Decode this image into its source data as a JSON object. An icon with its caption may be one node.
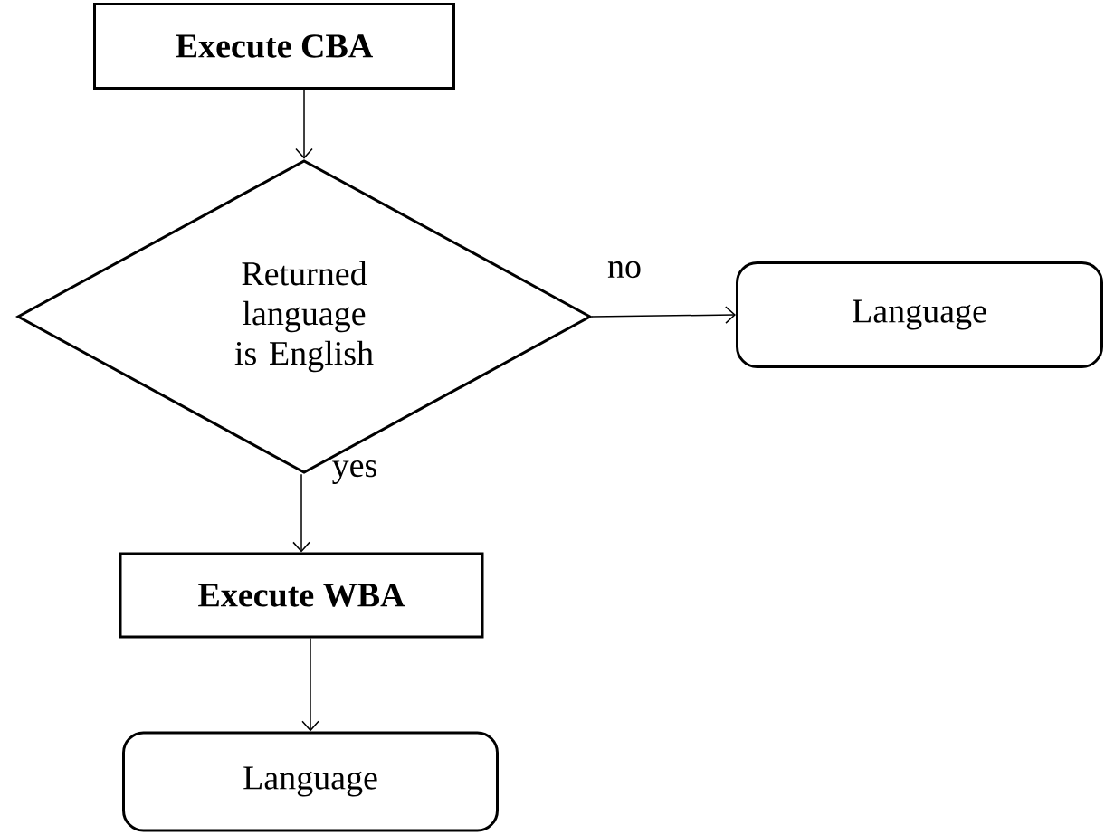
{
  "diagram": {
    "nodes": [
      {
        "text": [
          "Execute CBA"
        ]
      },
      {
        "text": [
          "Returned language is English"
        ]
      },
      {
        "text": [
          "Language"
        ]
      },
      {
        "text": [
          "Execute WBA"
        ]
      },
      {
        "text": [
          "Language"
        ]
      }
    ],
    "edges": [
      {
        "from": 0,
        "to": 1,
        "arrow": "to"
      },
      {
        "from": 1,
        "to": 2,
        "arrow": "to",
        "label": "no"
      },
      {
        "from": 1,
        "to": 3,
        "arrow": "to",
        "label": "yes"
      },
      {
        "from": 3,
        "to": 4,
        "arrow": "to"
      }
    ]
  }
}
